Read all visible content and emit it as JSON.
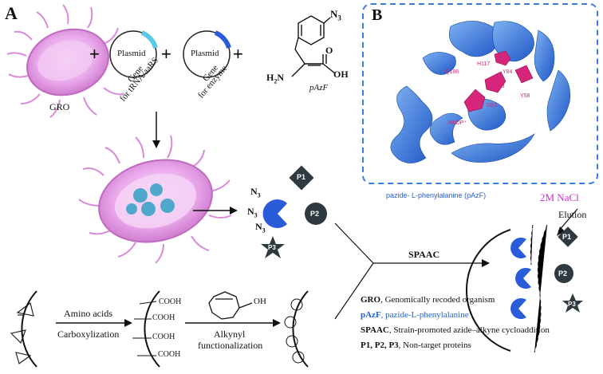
{
  "panels": {
    "a_label": "A",
    "b_label": "B"
  },
  "top_row": {
    "gro_label": "GRO",
    "plus": "+",
    "plasmid1_label": "Plasmid",
    "plasmid1_gene_line1": "Gene",
    "plasmid1_gene_line2": "for tRNA/aaRS",
    "plasmid2_label": "Plasmid",
    "plasmid2_gene_line1": "Gene",
    "plasmid2_gene_line2": "for enzyme",
    "n3": "N",
    "n3_sub": "3",
    "oh": "OH",
    "o": "O",
    "h2n": "H",
    "h2n_sub": "2",
    "h2n_n": "N",
    "pazf": "pAzF"
  },
  "protein_structure": {
    "residues": [
      "H117",
      "Q186",
      "Y84",
      "E13",
      "D53",
      "Y58",
      "NADP⁺"
    ],
    "caption": "pazide- L-phenylalanine (pAzF)"
  },
  "middle": {
    "n3_a": "N",
    "n3_b": "N",
    "n3_c": "N",
    "sub3": "3",
    "p1": "P1",
    "p2": "P2",
    "p3": "P3",
    "nacl": "2M NaCl",
    "elution": "Elution",
    "spaac": "SPAAC"
  },
  "bottom": {
    "amino_acids": "Amino acids",
    "carboxylization": "Carboxylization",
    "cooh": "COOH",
    "alkynyl_line1": "Alkynyl",
    "alkynyl_line2": "functionalization",
    "oh": "OH"
  },
  "legend": [
    {
      "key": "GRO",
      "text": ", Genomically recoded organism",
      "color": "#111111"
    },
    {
      "key": "pAzF",
      "text": ", pazide-L-phenylalanine",
      "color": "#1f5fd6"
    },
    {
      "key": "SPAAC",
      "text": ", Strain-promoted azide–alkyne cycloaddition",
      "color": "#111111"
    },
    {
      "key": "P1, P2, P3",
      "text": ", Non-target proteins",
      "color": "#111111"
    }
  ],
  "colors": {
    "magenta": "#cc33cc",
    "blue": "#2a5bd8",
    "dark": "#2f3a40",
    "cyan": "#5cc8e8",
    "dashed": "#3a7de0"
  }
}
